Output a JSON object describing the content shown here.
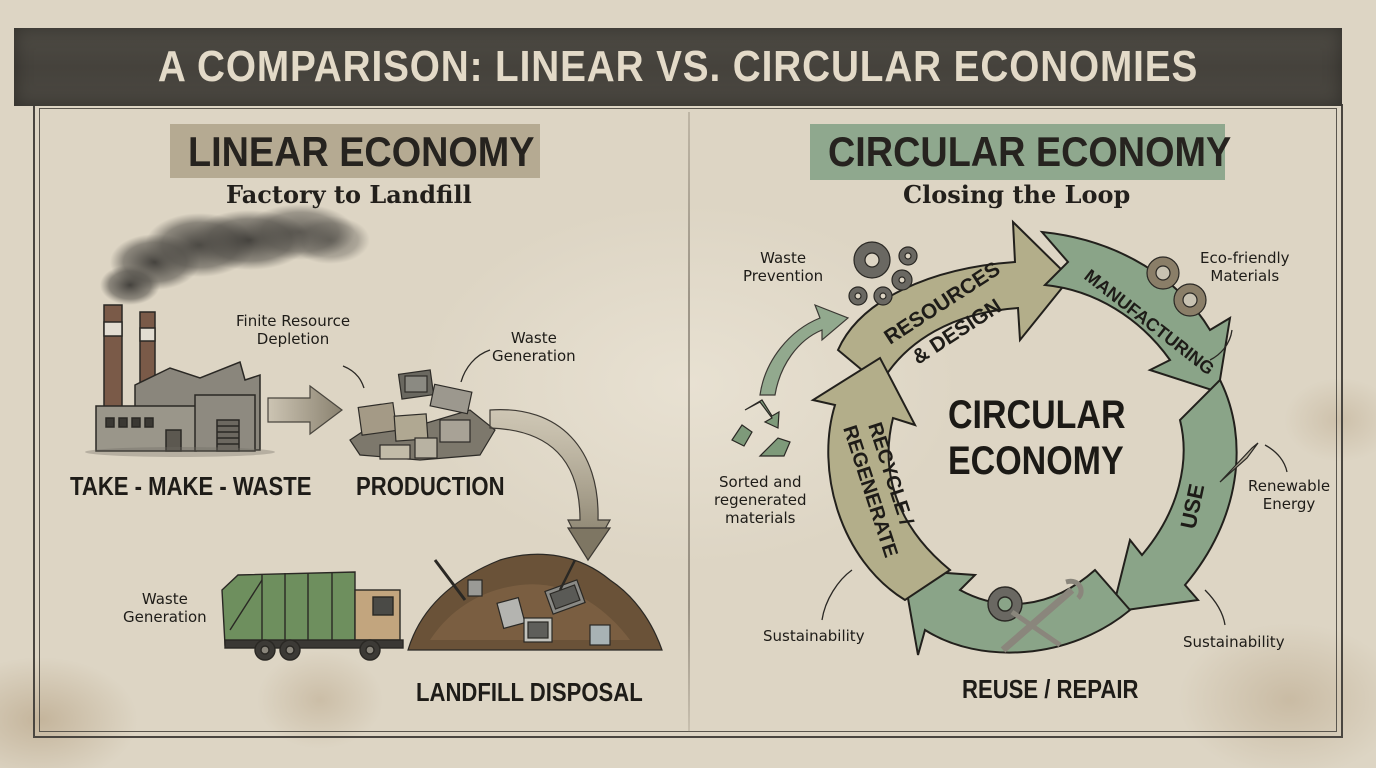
{
  "title": "A COMPARISON: LINEAR VS. CIRCULAR ECONOMIES",
  "colors": {
    "title_bar": "#4a4740",
    "paper": "#ddd5c4",
    "linear_accent": "#b5aa92",
    "circular_accent": "#8fa88e",
    "arrow_tan": "#b3ae8a",
    "arrow_green": "#8aa488",
    "ink": "#1e1c18"
  },
  "linear": {
    "heading": "LINEAR ECONOMY",
    "subtitle": "Factory to Landfill",
    "stages": [
      {
        "label": "TAKE - MAKE - WASTE",
        "icon": "factory-icon"
      },
      {
        "label": "PRODUCTION",
        "icon": "product-pile-icon"
      },
      {
        "label": "LANDFILL DISPOSAL",
        "icon": "landfill-icon"
      }
    ],
    "notes": {
      "finite_resource": [
        "Finite Resource",
        "Depletion"
      ],
      "waste_generation_top": [
        "Waste",
        "Generation"
      ],
      "waste_generation_truck": [
        "Waste",
        "Generation"
      ]
    }
  },
  "circular": {
    "heading": "CIRCULAR ECONOMY",
    "subtitle": "Closing the Loop",
    "center": [
      "CIRCULAR",
      "ECONOMY"
    ],
    "cycle": [
      {
        "label": "RESOURCES & DESIGN",
        "lines": [
          "RESOURCES",
          "& DESIGN"
        ]
      },
      {
        "label": "MANUFACTURING",
        "lines": [
          "MANUFACTURING"
        ]
      },
      {
        "label": "USE",
        "lines": [
          "USE"
        ]
      },
      {
        "label": "REUSE / REPAIR",
        "lines": [
          "REUSE / REPAIR"
        ]
      },
      {
        "label": "RECYCLE / REGENERATE",
        "lines": [
          "RECYCLE /",
          "REGENERATE"
        ]
      }
    ],
    "notes": {
      "waste_prevention": [
        "Waste",
        "Prevention"
      ],
      "eco_friendly": [
        "Eco-friendly",
        "Materials"
      ],
      "renewable_energy": [
        "Renewable",
        "Energy"
      ],
      "sustainability_right": [
        "Sustainability"
      ],
      "sustainability_left": [
        "Sustainability"
      ],
      "sorted": [
        "Sorted and",
        "regenerated",
        "materials"
      ]
    }
  }
}
